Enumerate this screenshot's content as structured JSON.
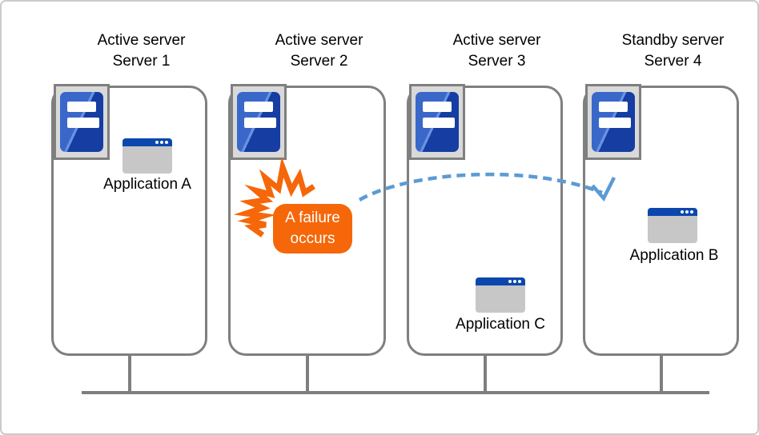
{
  "diagram": {
    "servers": [
      {
        "role": "Active server",
        "name": "Server 1",
        "app_label": "Application A"
      },
      {
        "role": "Active server",
        "name": "Server 2"
      },
      {
        "role": "Active server",
        "name": "Server 3",
        "app_label": "Application C"
      },
      {
        "role": "Standby server",
        "name": "Server 4",
        "app_label": "Application B"
      }
    ],
    "failure_callout_text": "A failure occurs"
  },
  "icons": {
    "server": "server-tower-icon",
    "application": "app-window-icon",
    "failure": "failure-burst-icon",
    "failover": "failover-arrow-icon"
  },
  "colors": {
    "accent_orange": "#f56709",
    "arrow_blue": "#5b9bd5",
    "border_gray": "#7f7f7f",
    "icon_panel_gray": "#d9d9d9",
    "tower_blue_light": "#3a67ca",
    "tower_blue_streak": "#6b92e0",
    "tower_blue_dark": "#153da2",
    "app_titlebar_blue": "#0c47ae",
    "app_body_gray": "#c7c7c7",
    "frame_gray": "#cbcbcb",
    "text_black": "#000000"
  }
}
